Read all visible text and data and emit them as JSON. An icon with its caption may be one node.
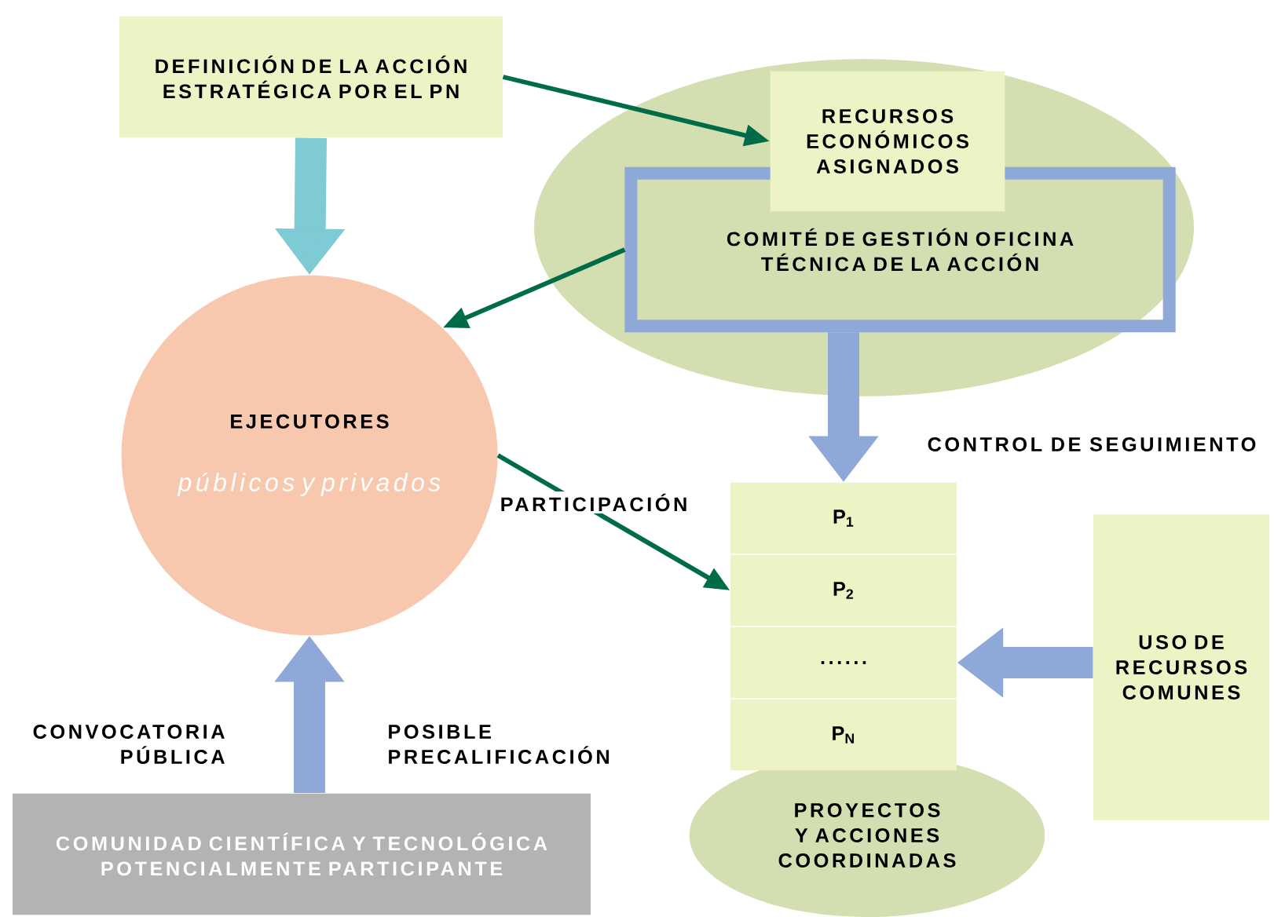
{
  "diagram": {
    "nodes": [
      {
        "text": [
          "DEFINICIÓN DE LA ACCIÓN ESTRATÉGICA POR EL PN"
        ]
      },
      {
        "text": [],
        "shape": "ellipse"
      },
      {
        "text": [
          "RECURSOS ECONÓMICOS ASIGNADOS"
        ],
        "in": 1
      },
      {
        "text": [
          "COMITÉ DE GESTIÓN OFICINA TÉCNICA DE LA ACCIÓN"
        ],
        "in": 1
      },
      {
        "text": [
          "EJECUTORES",
          "públicos y privados"
        ]
      },
      {
        "text": [
          "P$_{1}$"
        ]
      },
      {
        "text": [
          "P$_{2}$"
        ]
      },
      {
        "text": [
          "......"
        ]
      },
      {
        "text": [
          "P$_{N}$"
        ]
      },
      {
        "text": [
          "PROYECTOS Y ACCIONES COORDINADAS"
        ]
      },
      {
        "text": [
          "USO DE RECURSOS COMUNES"
        ]
      },
      {
        "text": [
          "COMUNIDAD CIENTÍFICA Y TECNOLÓGICA POTENCIALMENTE PARTICIPANTE"
        ]
      }
    ],
    "edges": [
      {
        "from": 0,
        "to": 2,
        "arrow": "to"
      },
      {
        "from": 0,
        "to": 4,
        "arrow": "to",
        "color": "#7ecbd6"
      },
      {
        "from": 3,
        "to": 4,
        "arrow": "to"
      },
      {
        "from": 3,
        "to": 5,
        "arrow": "to",
        "color": "#8ea8d8",
        "label": "CONTROL DE SEGUIMIENTO"
      },
      {
        "from": 4,
        "to": 6,
        "arrow": "to",
        "label": "PARTICIPACIÓN"
      },
      {
        "from": 10,
        "to": 7,
        "arrow": "to",
        "color": "#8ea8d8"
      },
      {
        "from": 11,
        "to": 4,
        "arrow": "to",
        "color": "#8ea8d8"
      }
    ],
    "labels": [
      "CONVOCATORIA PÚBLICA",
      "POSIBLE PRECALIFICACIÓN"
    ]
  }
}
